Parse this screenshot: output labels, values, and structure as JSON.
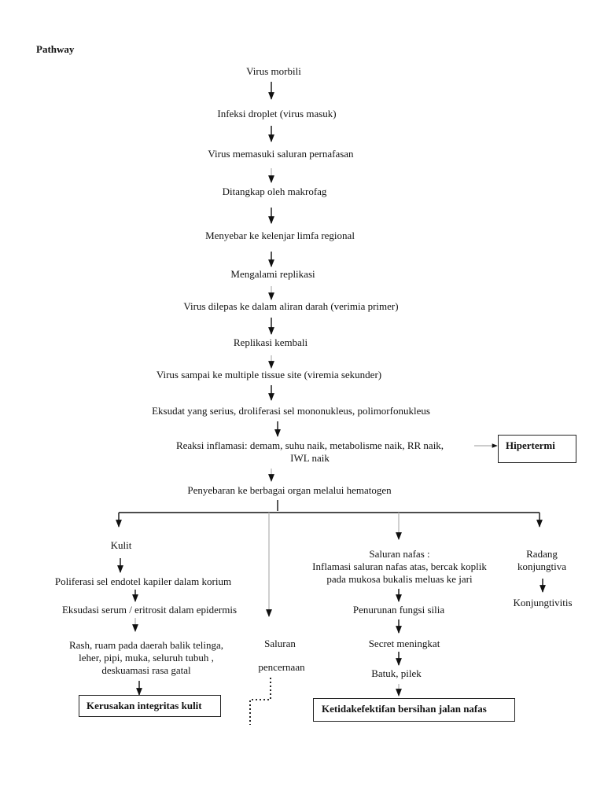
{
  "title": "Pathway",
  "main_flow": [
    "Virus morbili",
    "Infeksi droplet  (virus masuk)",
    "Virus memasuki saluran pernafasan",
    "Ditangkap oleh makrofag",
    "Menyebar ke kelenjar limfa regional",
    "Mengalami replikasi",
    "Virus dilepas ke dalam aliran darah (verimia primer)",
    "Replikasi kembali",
    "Virus sampai ke multiple tissue site (viremia sekunder)",
    "Eksudat yang serius, droliferasi sel mononukleus, polimorfonukleus",
    "Reaksi inflamasi: demam, suhu naik, metabolisme naik, RR naik,\nIWL naik",
    "Penyebaran ke berbagai organ melalui hematogen"
  ],
  "diagnoses": {
    "hipertermi": "Hipertermi",
    "kerusakan_kulit": "Kerusakan integritas kulit",
    "jalan_nafas": "Ketidakefektifan bersihan jalan nafas"
  },
  "branches": {
    "kulit": [
      "Kulit",
      "Poliferasi sel endotel kapiler dalam korium",
      "Eksudasi serum / eritrosit dalam epidermis",
      "Rash, ruam pada daerah balik telinga,\nleher, pipi, muka, seluruh tubuh ,\ndeskuamasi rasa gatal"
    ],
    "pencernaan": {
      "line1": "Saluran",
      "line2": "pencernaan"
    },
    "nafas": [
      "Saluran nafas :\nInflamasi saluran nafas atas, bercak koplik\npada mukosa bukalis  meluas ke jari",
      "Penurunan fungsi silia",
      "Secret meningkat",
      "Batuk, pilek"
    ],
    "konjungtiva": [
      "Radang\nkonjungtiva",
      "Konjungtivitis"
    ]
  }
}
